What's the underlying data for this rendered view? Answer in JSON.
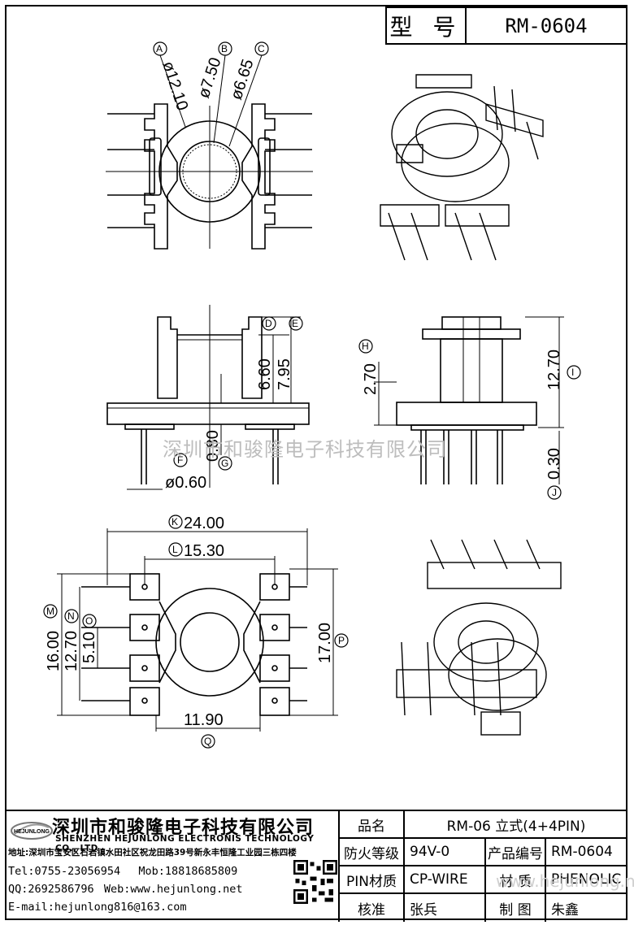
{
  "header": {
    "type_label": "型 号",
    "model": "RM-0604"
  },
  "dimensions": {
    "A": "ø12.10",
    "B": "ø7.50",
    "C": "ø6.65",
    "D_E_1": "6.60",
    "D_E_2": "7.95",
    "F": "ø0.60",
    "G": "0.80",
    "H": "2.70",
    "I": "12.70",
    "J": "0.30",
    "K": "24.00",
    "L": "15.30",
    "M": "16.00",
    "N": "12.70",
    "O": "5.10",
    "P": "17.00",
    "Q": "11.90"
  },
  "ref_letters": [
    "A",
    "B",
    "C",
    "D",
    "E",
    "F",
    "G",
    "H",
    "I",
    "J",
    "K",
    "L",
    "M",
    "N",
    "O",
    "P",
    "Q"
  ],
  "watermark": "深圳市和骏隆电子科技有限公司",
  "watermark_url": "www.hejunlong.net",
  "company": {
    "logo_text": "HEJUNLONG",
    "name_cn": "深圳市和骏隆电子科技有限公司",
    "name_en": "SHENZHEN HEJUNLONG ELECTRONIS TECHNOLOGY CO., LTD",
    "address": "地址:深圳市宝安区石岩镇水田社区祝龙田路39号新永丰恒隆工业园三栋四楼",
    "tel": "Tel:0755-23056954",
    "mob": "Mob:18818685809",
    "qq": "QQ:2692586796",
    "web": "Web:www.hejunlong.net",
    "email": "E-mail:hejunlong816@163.com"
  },
  "spec": {
    "name_label": "品名",
    "name_value": "RM-06 立式(4+4PIN)",
    "fire_label": "防火等级",
    "fire_value": "94V-0",
    "code_label": "产品编号",
    "code_value": "RM-0604",
    "pin_label": "PIN材质",
    "pin_value": "CP-WIRE",
    "mat_label": "材 质",
    "mat_value": "PHENOLIC",
    "check_label": "核准",
    "check_value": "张兵",
    "draw_label": "制 图",
    "draw_value": "朱鑫"
  }
}
